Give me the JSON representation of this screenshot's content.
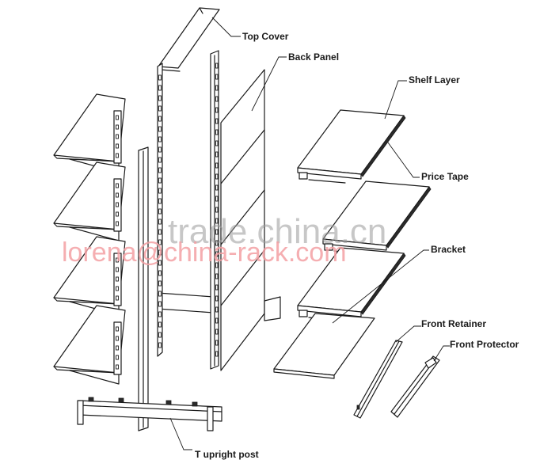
{
  "labels": {
    "top_cover": "Top Cover",
    "back_panel": "Back Panel",
    "shelf_layer": "Shelf Layer",
    "price_tape": "Price Tape",
    "bracket": "Bracket",
    "front_retainer": "Front Retainer",
    "front_protector": "Front Protector",
    "t_upright_post": "T upright post"
  },
  "watermark": {
    "site": "trade.china.cn",
    "email": "lorena@china-rack.com"
  }
}
